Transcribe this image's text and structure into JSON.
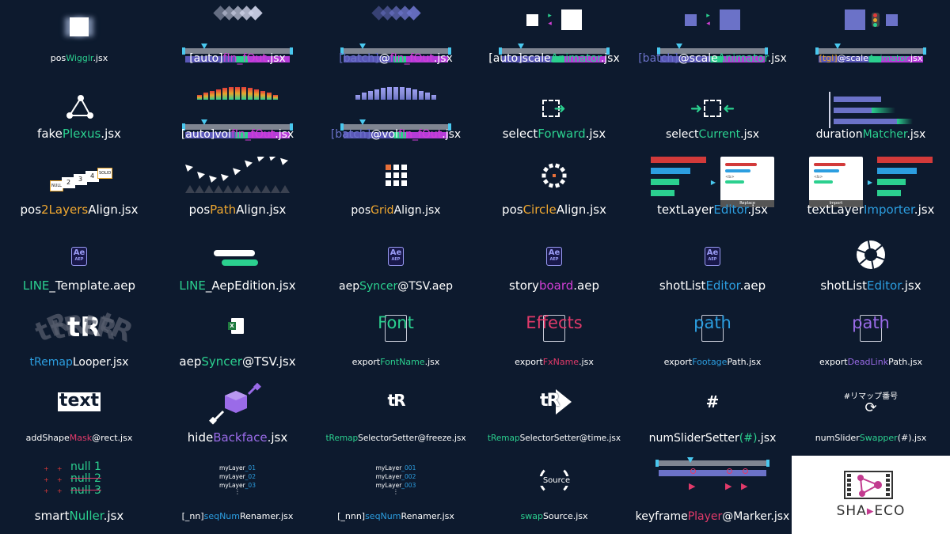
{
  "tiles": [
    {
      "name": "posWigglr",
      "size": "sz11",
      "parts": [
        {
          "t": "pos"
        },
        {
          "t": "Wigglr",
          "c": "g"
        },
        {
          "t": ".jsx"
        }
      ]
    },
    {
      "name": "auto-finfout",
      "size": "sz14",
      "parts": [
        {
          "t": "[auto]"
        },
        {
          "t": "fIn_fOut",
          "c": "m"
        },
        {
          "t": ".jsx"
        }
      ]
    },
    {
      "name": "batch-finfout",
      "size": "sz14",
      "parts": [
        {
          "t": "[batch]",
          "c": "s"
        },
        {
          "t": "@"
        },
        {
          "t": "fIn_fOut",
          "c": "m"
        },
        {
          "t": ".jsx"
        }
      ]
    },
    {
      "name": "auto-scaleanimator",
      "size": "sz14",
      "parts": [
        {
          "t": "[auto]scale"
        },
        {
          "t": "Animator",
          "c": "g"
        },
        {
          "t": ".jsx"
        }
      ]
    },
    {
      "name": "batch-scaleanimator",
      "size": "sz14",
      "parts": [
        {
          "t": "[batch]",
          "c": "s"
        },
        {
          "t": "@scale"
        },
        {
          "t": "Animator",
          "c": "g"
        },
        {
          "t": ".jsx"
        }
      ]
    },
    {
      "name": "tgl-scaleanimator",
      "size": "sz11",
      "parts": [
        {
          "t": "[tgl]",
          "c": "y"
        },
        {
          "t": "@scale"
        },
        {
          "t": "Animator",
          "c": "g"
        },
        {
          "t": ".jsx"
        }
      ]
    },
    {
      "name": "fakeplexus",
      "size": "sz15",
      "parts": [
        {
          "t": "fake"
        },
        {
          "t": "Plexus",
          "c": "g"
        },
        {
          "t": ".jsx"
        }
      ]
    },
    {
      "name": "auto-volfinfout",
      "size": "sz14",
      "parts": [
        {
          "t": "[auto]vol"
        },
        {
          "t": "fIn_fOut",
          "c": "m"
        },
        {
          "t": ".jsx"
        }
      ]
    },
    {
      "name": "batch-volfinfout",
      "size": "sz14",
      "parts": [
        {
          "t": "[batch]",
          "c": "s"
        },
        {
          "t": "@vol"
        },
        {
          "t": "fIn_fOut",
          "c": "m"
        },
        {
          "t": ".jsx"
        }
      ]
    },
    {
      "name": "selectforward",
      "size": "sz15",
      "parts": [
        {
          "t": "select"
        },
        {
          "t": "Forward",
          "c": "g"
        },
        {
          "t": ".jsx"
        }
      ]
    },
    {
      "name": "selectcurrent",
      "size": "sz14",
      "parts": [
        {
          "t": "select"
        },
        {
          "t": "Current",
          "c": "g"
        },
        {
          "t": ".jsx"
        }
      ]
    },
    {
      "name": "durationmatcher",
      "size": "sz14",
      "parts": [
        {
          "t": "duration"
        },
        {
          "t": "Matcher",
          "c": "g"
        },
        {
          "t": ".jsx"
        }
      ]
    },
    {
      "name": "pos2layersalign",
      "size": "sz15",
      "parts": [
        {
          "t": "pos"
        },
        {
          "t": "2Layers",
          "c": "o"
        },
        {
          "t": "Align.jsx"
        }
      ]
    },
    {
      "name": "pospathalign",
      "size": "sz15",
      "parts": [
        {
          "t": "pos"
        },
        {
          "t": "Path",
          "c": "o"
        },
        {
          "t": "Align.jsx"
        }
      ]
    },
    {
      "name": "posgridalign",
      "size": "sz14",
      "parts": [
        {
          "t": "pos"
        },
        {
          "t": "Grid",
          "c": "o"
        },
        {
          "t": "Align.jsx"
        }
      ]
    },
    {
      "name": "poscirclealign",
      "size": "sz15",
      "parts": [
        {
          "t": "pos"
        },
        {
          "t": "Circle",
          "c": "o"
        },
        {
          "t": "Align.jsx"
        }
      ]
    },
    {
      "name": "textlayereditor",
      "size": "sz15",
      "parts": [
        {
          "t": "textLayer"
        },
        {
          "t": "Editor",
          "c": "b"
        },
        {
          "t": ".jsx"
        }
      ]
    },
    {
      "name": "textlayerimporter",
      "size": "sz15",
      "parts": [
        {
          "t": "textLayer"
        },
        {
          "t": "Importer",
          "c": "b"
        },
        {
          "t": ".jsx"
        }
      ]
    },
    {
      "name": "line-template",
      "size": "sz15",
      "parts": [
        {
          "t": "LINE",
          "c": "g"
        },
        {
          "t": "_Template.aep"
        }
      ]
    },
    {
      "name": "line-aepedition",
      "size": "sz15",
      "parts": [
        {
          "t": "LINE",
          "c": "g"
        },
        {
          "t": "_AepEdition.jsx"
        }
      ]
    },
    {
      "name": "aepsyncer-aep",
      "size": "sz14",
      "parts": [
        {
          "t": "aep"
        },
        {
          "t": "Syncer",
          "c": "g"
        },
        {
          "t": "@TSV.aep"
        }
      ]
    },
    {
      "name": "storyboard",
      "size": "sz15",
      "parts": [
        {
          "t": "story"
        },
        {
          "t": "board",
          "c": "m"
        },
        {
          "t": ".aep"
        }
      ]
    },
    {
      "name": "shotlisteditor-aep",
      "size": "sz15",
      "parts": [
        {
          "t": "shotList"
        },
        {
          "t": "Editor",
          "c": "b"
        },
        {
          "t": ".aep"
        }
      ]
    },
    {
      "name": "shotlisteditor-jsx",
      "size": "sz15",
      "parts": [
        {
          "t": "shotList"
        },
        {
          "t": "Editor",
          "c": "b"
        },
        {
          "t": ".jsx"
        }
      ]
    },
    {
      "name": "tremaplooper",
      "size": "sz14",
      "parts": [
        {
          "t": "tRemap",
          "c": "b"
        },
        {
          "t": "Looper.jsx"
        }
      ]
    },
    {
      "name": "aepsyncer-jsx",
      "size": "sz15",
      "parts": [
        {
          "t": "aep"
        },
        {
          "t": "Syncer",
          "c": "g"
        },
        {
          "t": "@TSV.jsx"
        }
      ]
    },
    {
      "name": "exportfontname",
      "size": "sz11",
      "word": "Font",
      "wc": "g",
      "parts": [
        {
          "t": "export"
        },
        {
          "t": "FontName",
          "c": "g"
        },
        {
          "t": ".jsx"
        }
      ]
    },
    {
      "name": "exportfxname",
      "size": "sz11",
      "word": "Effects",
      "wc": "r",
      "parts": [
        {
          "t": "export"
        },
        {
          "t": "FxName",
          "c": "r"
        },
        {
          "t": ".jsx"
        }
      ]
    },
    {
      "name": "exportfootagepath",
      "size": "sz11",
      "word": "path",
      "wc": "b",
      "parts": [
        {
          "t": "export"
        },
        {
          "t": "Footage",
          "c": "b"
        },
        {
          "t": "Path.jsx"
        }
      ]
    },
    {
      "name": "exportdeadlinkpath",
      "size": "sz11",
      "word": "path",
      "wc": "p",
      "parts": [
        {
          "t": "export"
        },
        {
          "t": "DeadLink",
          "c": "p"
        },
        {
          "t": "Path.jsx"
        }
      ]
    },
    {
      "name": "addshapemask",
      "size": "sz11",
      "parts": [
        {
          "t": "addShape"
        },
        {
          "t": "Mask",
          "c": "r"
        },
        {
          "t": "@rect.jsx"
        }
      ]
    },
    {
      "name": "hidebackface",
      "size": "sz15",
      "parts": [
        {
          "t": "hide"
        },
        {
          "t": "Backface",
          "c": "p"
        },
        {
          "t": ".jsx"
        }
      ]
    },
    {
      "name": "tremapselectorsetter-freeze",
      "size": "sz10",
      "parts": [
        {
          "t": "tRemap",
          "c": "g"
        },
        {
          "t": "SelectorSetter@freeze.jsx"
        }
      ]
    },
    {
      "name": "tremapselectorsetter-time",
      "size": "sz10",
      "parts": [
        {
          "t": "tRemap",
          "c": "g"
        },
        {
          "t": "SelectorSetter@time.jsx"
        }
      ]
    },
    {
      "name": "numslidersetter",
      "size": "sz14",
      "parts": [
        {
          "t": "numSliderSetter"
        },
        {
          "t": "(#)",
          "c": "g"
        },
        {
          "t": ".jsx"
        }
      ]
    },
    {
      "name": "numsliderswapper",
      "size": "sz11",
      "parts": [
        {
          "t": "numSlider"
        },
        {
          "t": "Swapper",
          "c": "g"
        },
        {
          "t": "(#).jsx"
        }
      ]
    },
    {
      "name": "smartnuller",
      "size": "sz15",
      "parts": [
        {
          "t": "smart"
        },
        {
          "t": "Nuller",
          "c": "g"
        },
        {
          "t": ".jsx"
        }
      ]
    },
    {
      "name": "seqnumrenamer-nn",
      "size": "sz11",
      "parts": [
        {
          "t": "[_nn]"
        },
        {
          "t": "seqNum",
          "c": "b"
        },
        {
          "t": "Renamer.jsx"
        }
      ]
    },
    {
      "name": "seqnumrenamer-nnn",
      "size": "sz11",
      "parts": [
        {
          "t": "[_nnn]"
        },
        {
          "t": "seqNum",
          "c": "b"
        },
        {
          "t": "Renamer.jsx"
        }
      ]
    },
    {
      "name": "swapsource",
      "size": "sz11",
      "parts": [
        {
          "t": "swap",
          "c": "g"
        },
        {
          "t": "Source.jsx"
        }
      ]
    },
    {
      "name": "keyframeplayer",
      "size": "sz14",
      "parts": [
        {
          "t": "keyframe"
        },
        {
          "t": "Player",
          "c": "r"
        },
        {
          "t": "@Marker.jsx"
        }
      ]
    },
    {
      "name": "logo",
      "size": "",
      "parts": []
    }
  ],
  "art_text": {
    "ae": "Ae",
    "ae_sub": "AEP",
    "text_word": "text",
    "nulls": [
      "null 1",
      "null 2",
      "null 3"
    ],
    "layers_nn": [
      "myLayer_01",
      "myLayer_02",
      "myLayer_03"
    ],
    "layers_nnn": [
      "myLayer_001",
      "myLayer_002",
      "myLayer_003"
    ],
    "tag": "<b>",
    "replace_btn": "Replace",
    "import_btn": "Import",
    "source": "Source",
    "hash": "#",
    "hash_jp": "#リマップ番号",
    "tr": "tR",
    "box_labels": [
      "NULL",
      "2",
      "3",
      "4",
      "SOLID"
    ],
    "xls": "X"
  },
  "logo": {
    "left": "SHA",
    "right": "ECO"
  },
  "colors": {
    "bg": "#0d1a2e",
    "green": "#2bd08f",
    "magenta": "#d23fd6",
    "blue": "#2c9ee0",
    "orange": "#f0a830",
    "slate": "#6b72c8"
  }
}
